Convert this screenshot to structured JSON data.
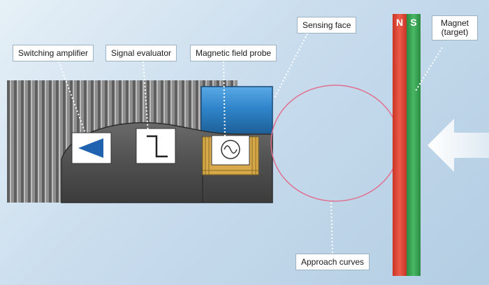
{
  "labels": {
    "switching_amplifier": "Switching amplifier",
    "signal_evaluator": "Signal evaluator",
    "magnetic_field_probe": "Magnetic field probe",
    "sensing_face": "Sensing face",
    "magnet_target": "Magnet\n(target)",
    "approach_curves": "Approach curves"
  },
  "poles": {
    "north": "N",
    "south": "S"
  },
  "colors": {
    "background": "#c8dced",
    "sensor_body": "#555555",
    "sensing_face": "#2f84c9",
    "north_pole": "#e0483a",
    "south_pole": "#3aa655",
    "approach_curve": "#e0708f",
    "arrow": "#ffffff",
    "probe_coil": "#d8a94a"
  },
  "icons": {
    "amplifier": "triangle-icon",
    "evaluator": "step-pulse-icon",
    "probe": "sine-wave-icon",
    "arrow": "left-arrow-icon"
  }
}
